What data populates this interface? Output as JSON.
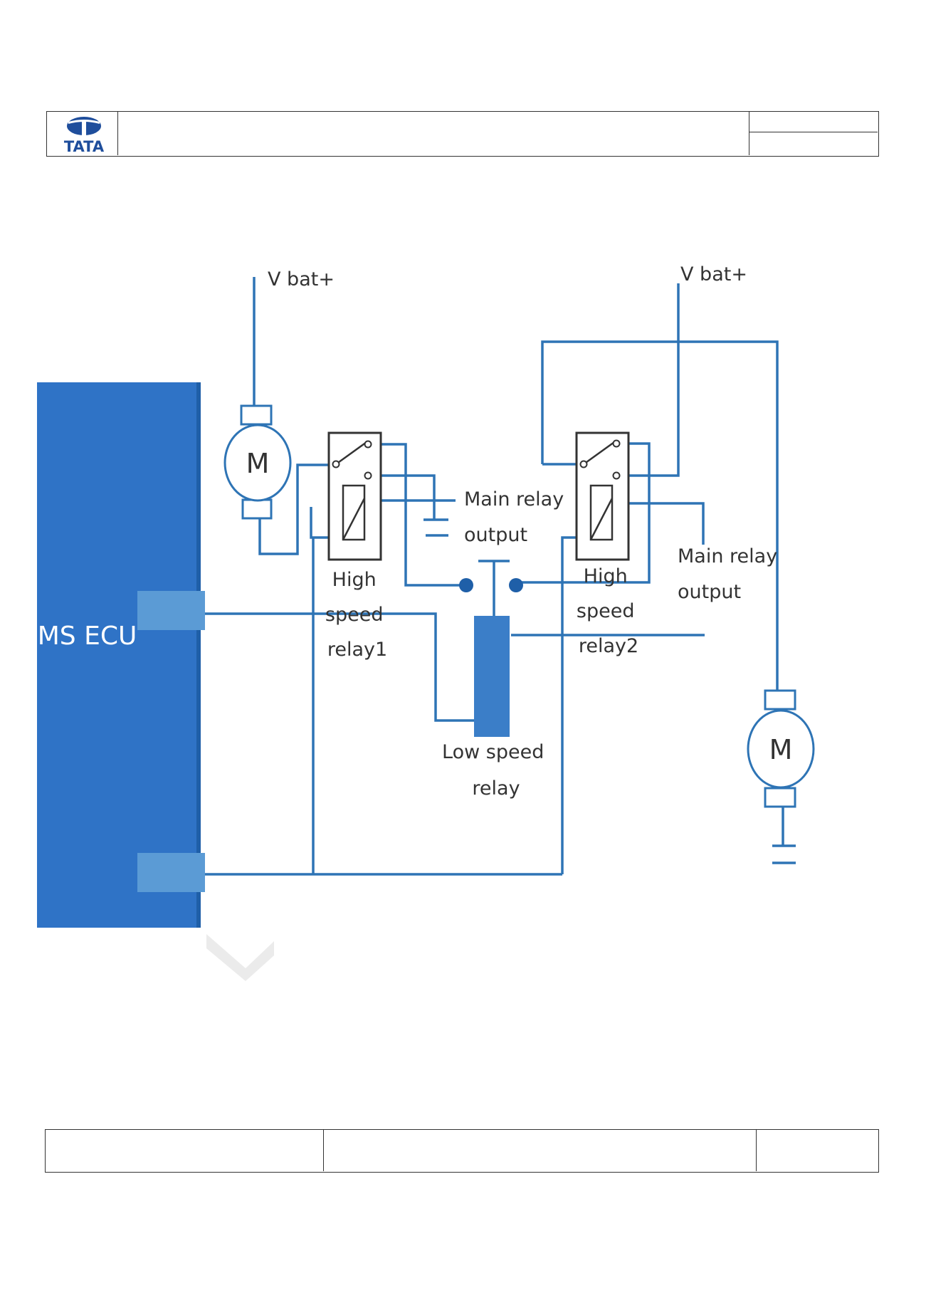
{
  "header": {
    "logo_text": "TATA"
  },
  "diagram": {
    "ecu_label": "EMS ECU",
    "vbat_left": "V bat+",
    "vbat_right": "V bat+",
    "motor_left": "M",
    "motor_right": "M",
    "main_relay_left": [
      "Main relay",
      "output"
    ],
    "main_relay_right": [
      "Main relay",
      "output"
    ],
    "high_speed_relay1": [
      "High",
      "speed",
      "relay1"
    ],
    "high_speed_relay2": [
      "High",
      "speed",
      "relay2"
    ],
    "low_speed_relay": [
      "Low speed",
      "relay"
    ],
    "colors": {
      "wire": "#2e74b5",
      "ecu_fill": "#2f73c6",
      "ecu_dark": "#1f5fa8",
      "connector": "#5b9bd5",
      "relay_body": "#3b7ec8",
      "text": "#333333"
    }
  }
}
